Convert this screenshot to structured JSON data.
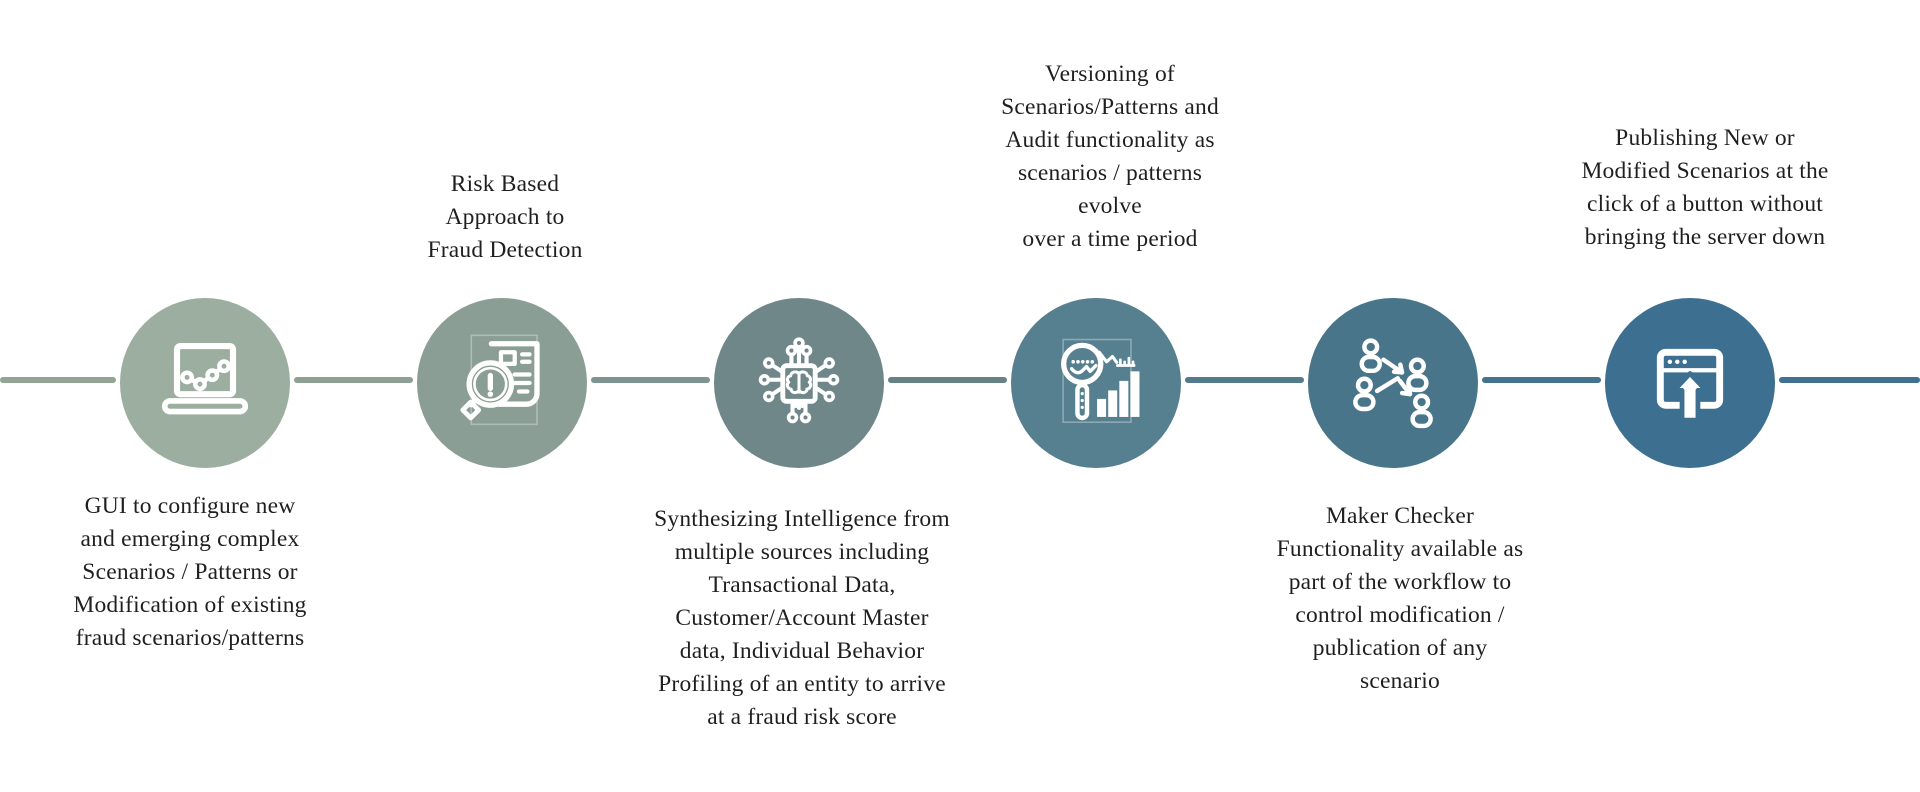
{
  "diagram": {
    "background": "#ffffff",
    "text_color": "#1f1f1f",
    "connector_colors": [
      "#92a593",
      "#8da093",
      "#7e948e",
      "#668285",
      "#527b8d",
      "#45728c",
      "#417090"
    ],
    "steps": [
      {
        "icon": "laptop-chart-icon",
        "circle_color": "#9cae9f",
        "label_position": "below",
        "label": "GUI to configure new\nand emerging complex\nScenarios / Patterns or\nModification of existing\nfraud scenarios/patterns"
      },
      {
        "icon": "magnifier-news-icon",
        "circle_color": "#8b9e95",
        "label_position": "above",
        "label": "Risk Based\nApproach to\nFraud Detection"
      },
      {
        "icon": "ai-chip-brain-icon",
        "circle_color": "#6f8788",
        "label_position": "below",
        "label": "Synthesizing Intelligence from\nmultiple sources including\nTransactional Data,\nCustomer/Account Master\ndata, Individual Behavior\nProfiling of an entity to arrive\nat a fraud risk score"
      },
      {
        "icon": "magnifier-analytics-icon",
        "circle_color": "#56808f",
        "label_position": "above",
        "label": "Versioning of\nScenarios/Patterns and\nAudit functionality as\nscenarios / patterns\nevolve\nover a time period"
      },
      {
        "icon": "maker-checker-people-icon",
        "circle_color": "#49758a",
        "label_position": "below",
        "label": "Maker Checker\nFunctionality available as\npart of the workflow to\ncontrol modification /\npublication of any\nscenario"
      },
      {
        "icon": "publish-upload-icon",
        "circle_color": "#3d7090",
        "label_position": "above",
        "label": "Publishing New or\nModified Scenarios at the\nclick of a button without\nbringing the server down"
      }
    ]
  }
}
